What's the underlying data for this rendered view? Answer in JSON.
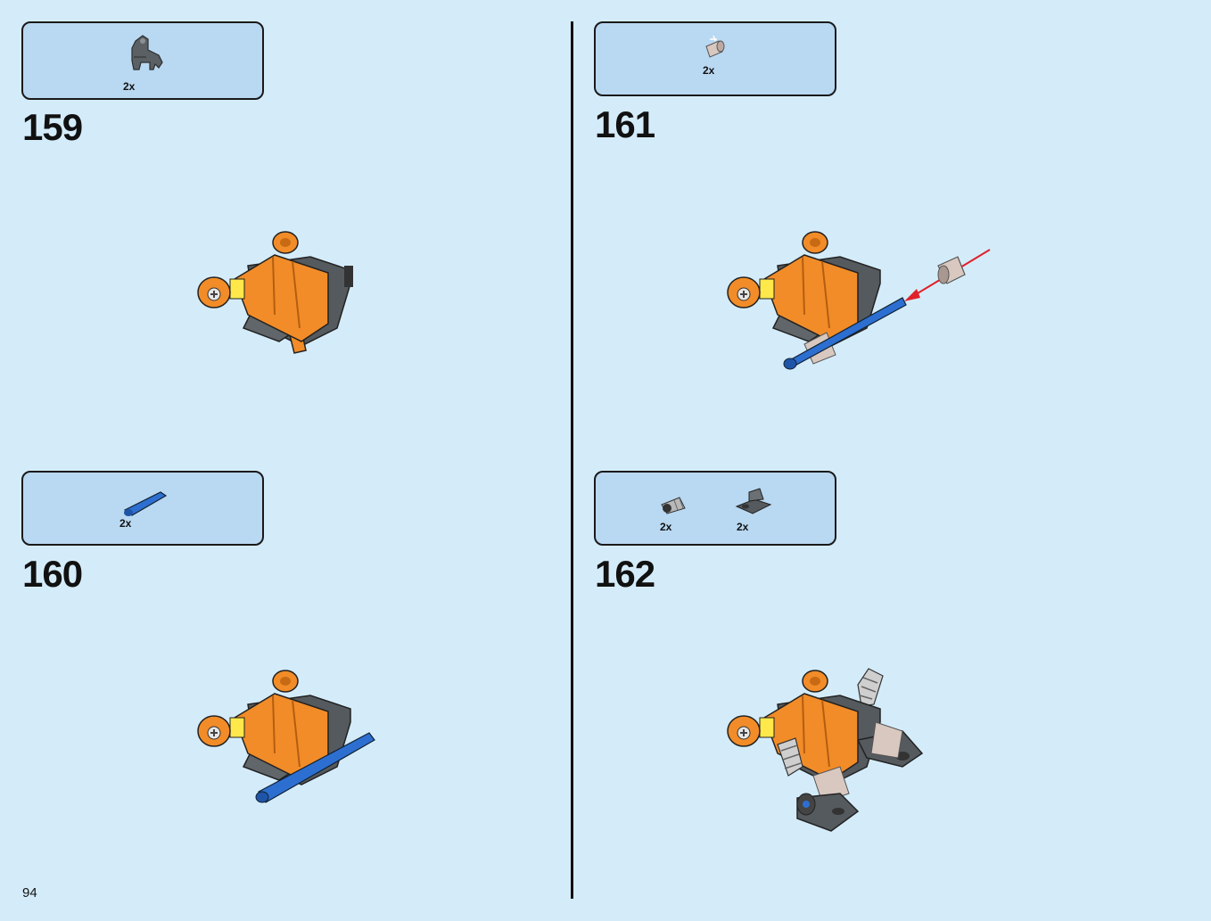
{
  "page": {
    "number": "94"
  },
  "colors": {
    "background": "#d4ecfa",
    "parts_box": "#b9d8f2",
    "orange": "#f28c28",
    "dark_gray": "#555a5e",
    "blue": "#2d6fd1",
    "tan": "#d8c8c0",
    "arrow": "#e0202a"
  },
  "steps": [
    {
      "number": "159",
      "parts": [
        {
          "name": "gray-bracket-part-icon",
          "qty": "2x"
        }
      ]
    },
    {
      "number": "160",
      "parts": [
        {
          "name": "blue-axle-pin-icon",
          "qty": "2x"
        }
      ]
    },
    {
      "number": "161",
      "parts": [
        {
          "name": "tan-bush-part-icon",
          "qty": "2x"
        }
      ]
    },
    {
      "number": "162",
      "parts": [
        {
          "name": "gray-ball-joint-icon",
          "qty": "2x"
        },
        {
          "name": "dark-plate-part-icon",
          "qty": "2x"
        }
      ]
    }
  ]
}
